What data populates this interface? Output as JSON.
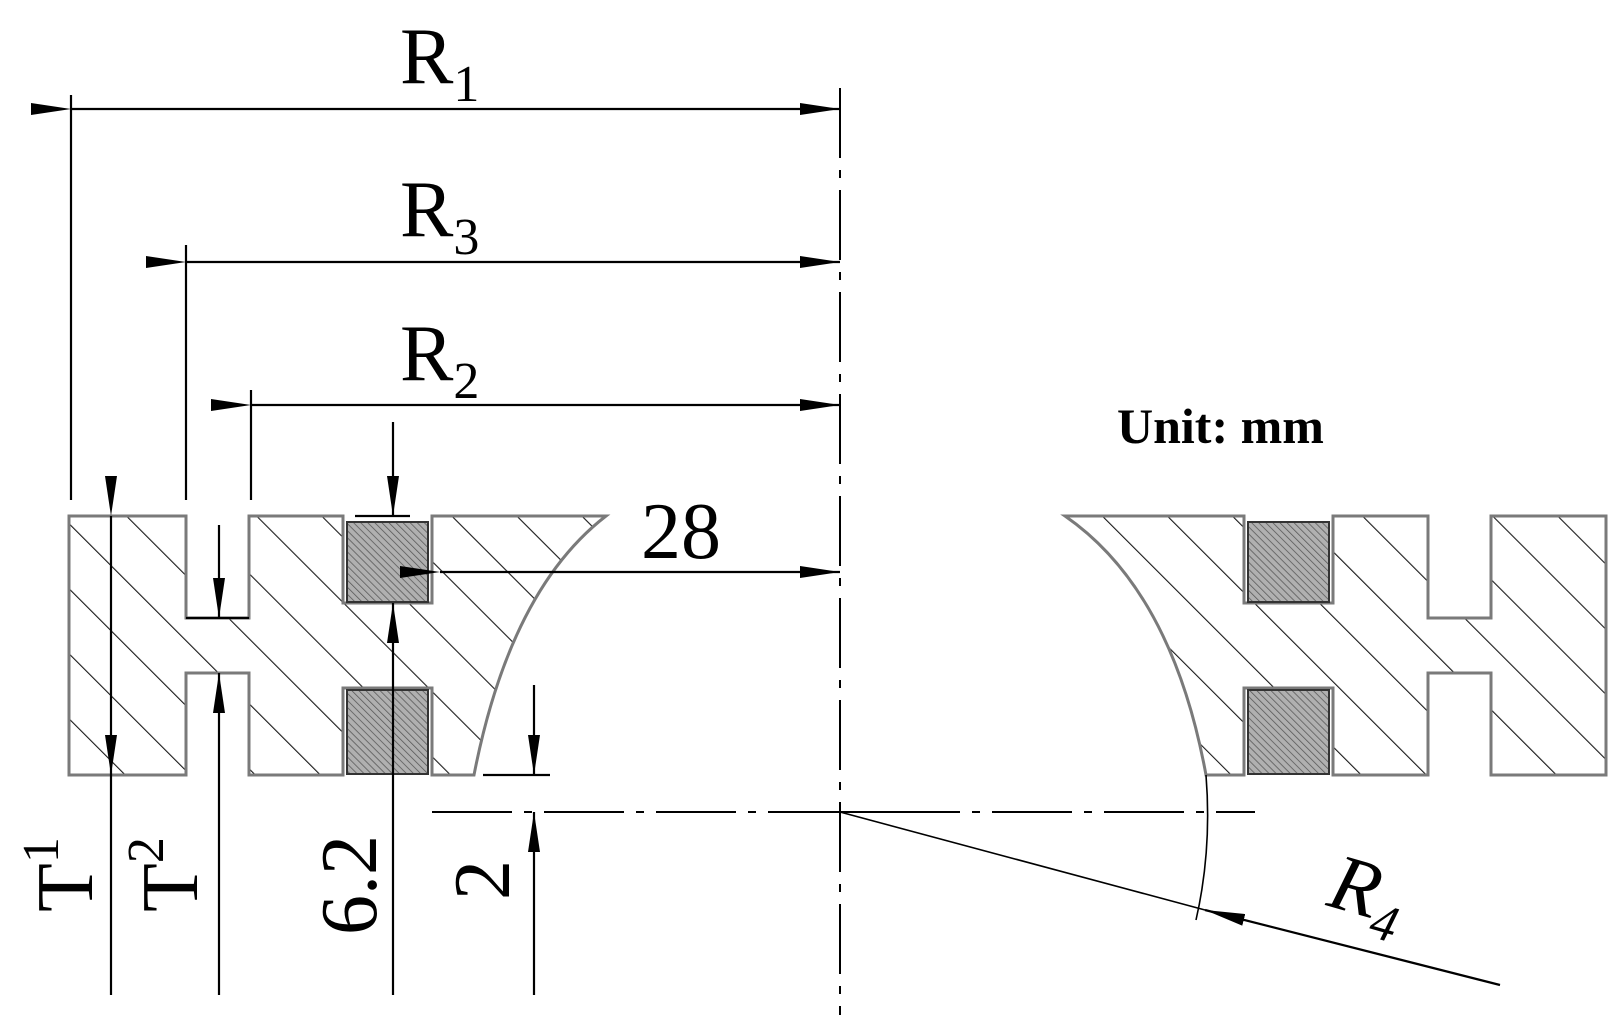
{
  "labels": {
    "r1": {
      "main": "R",
      "sub": "1"
    },
    "r3": {
      "main": "R",
      "sub": "3"
    },
    "r2": {
      "main": "R",
      "sub": "2"
    },
    "r4": {
      "main": "R",
      "sub": "4"
    },
    "t1": {
      "main": "T",
      "sub": "1"
    },
    "t2": {
      "main": "T",
      "sub": "2"
    },
    "dim_28": "28",
    "dim_6_2": "6.2",
    "dim_2": "2",
    "unit": "Unit: mm"
  },
  "colors": {
    "line": "#000000",
    "outline": "#7a7a7a",
    "hatch": "#1a1a1a",
    "insert_fill": "#9a9a9a"
  }
}
